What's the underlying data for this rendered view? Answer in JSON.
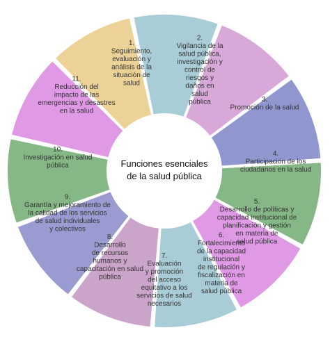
{
  "center": {
    "title_lines": [
      "Funciones esenciales",
      "de la salud pública"
    ]
  },
  "segments": [
    {
      "number": "1.",
      "lines": [
        "Seguimiento,",
        "evaluación y",
        "análisis de la",
        "situación de",
        "salud"
      ],
      "color": "#a9cdd6"
    },
    {
      "number": "2.",
      "lines": [
        "Vigilancia de la",
        "salud pública,",
        "investigación y",
        "control de",
        "riesgos y",
        "daños en",
        "salud",
        "pública"
      ],
      "color": "#d7a8d8"
    },
    {
      "number": "3.",
      "lines": [
        "Promoción de la salud"
      ],
      "color": "#9097cf"
    },
    {
      "number": "4.",
      "lines": [
        "Participación de los",
        "ciudadanos en la salud"
      ],
      "color": "#86b786"
    },
    {
      "number": "5.",
      "lines": [
        "Desarrollo de políticas y",
        "capacidad institucional de",
        "planificación y gestión",
        "en materia de",
        "salud pública"
      ],
      "color": "#df99e5"
    },
    {
      "number": "6.",
      "lines": [
        "Fortalecimiento",
        "de la capacidad",
        "institucional",
        "de regulación y",
        "fiscalización en",
        "materia de",
        "salud pública"
      ],
      "color": "#a9cdd6"
    },
    {
      "number": "7.",
      "lines": [
        "Evaluación",
        "y promoción",
        "del acceso",
        "equitativo a los",
        "servicios de salud",
        "necesarios"
      ],
      "color": "#caa4c9"
    },
    {
      "number": "8.",
      "lines": [
        "Desarrollo",
        "de recursos",
        "humanos y",
        "capacitación en salud",
        "pública"
      ],
      "color": "#9a9bd0"
    },
    {
      "number": "9.",
      "lines": [
        "Garantía y mejoramiento de",
        "la calidad de los servicios",
        "de salud individuales",
        "y colectivos"
      ],
      "color": "#86b786"
    },
    {
      "number": "10.",
      "lines": [
        "Investigación en salud",
        "pública"
      ],
      "color": "#df99e5"
    },
    {
      "number": "11.",
      "lines": [
        "Reducción del",
        "impacto de las",
        "emergencias y desastres",
        "en la salud"
      ],
      "color": "#ecd296"
    }
  ]
}
